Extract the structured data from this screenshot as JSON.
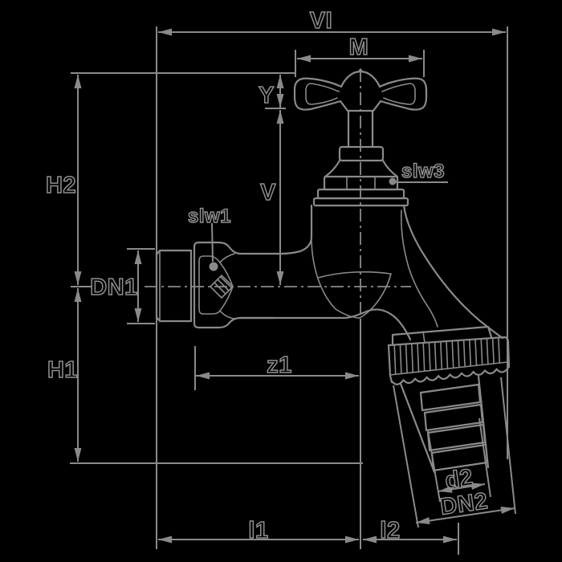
{
  "drawing": {
    "background_color": "#000000",
    "line_color": "#8a8a8a",
    "label_outline_color": "#8f8f8f",
    "type": "technical-dimension-drawing",
    "labels": {
      "vi": "VI",
      "m": "M",
      "y": "Y",
      "v": "V",
      "slw3": "slw3",
      "slw1": "slw1",
      "dn1": "DN1",
      "h2": "H2",
      "h1": "H1",
      "z1": "z1",
      "d2": "d2",
      "dn2": "DN2",
      "l1": "l1",
      "l2": "l2"
    }
  }
}
